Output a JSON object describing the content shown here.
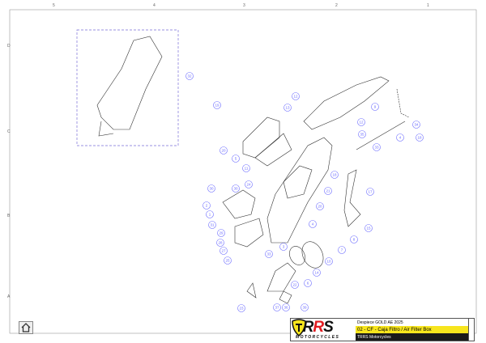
{
  "frame": {
    "columns": [
      "5",
      "4",
      "3",
      "2",
      "1"
    ],
    "rows": [
      "D",
      "C",
      "B",
      "A"
    ]
  },
  "callouts": [
    "32",
    "19",
    "12",
    "13",
    "9",
    "12",
    "35",
    "33",
    "34",
    "4",
    "18",
    "20",
    "5",
    "11",
    "18",
    "24",
    "30",
    "30",
    "21",
    "17",
    "2",
    "1",
    "20",
    "4",
    "15",
    "31",
    "29",
    "28",
    "8",
    "3",
    "27",
    "33",
    "7",
    "25",
    "10",
    "14",
    "6",
    "22",
    "23",
    "37",
    "36",
    "39"
  ],
  "title_block": {
    "brand": "TRRS",
    "brand_sub": "MOTORCYCLES",
    "line1": "Despiece GOLD AE 2025",
    "line2": "02 - CF - Caja Filtro / Air Filter Box",
    "line3": "TRRS Motorcycles"
  },
  "icons": {
    "home": "home-icon",
    "badge": "trrs-shield-icon"
  },
  "colors": {
    "callout": "#6b6bff",
    "highlight": "#f7e51d",
    "logo_red": "#e21c21"
  }
}
